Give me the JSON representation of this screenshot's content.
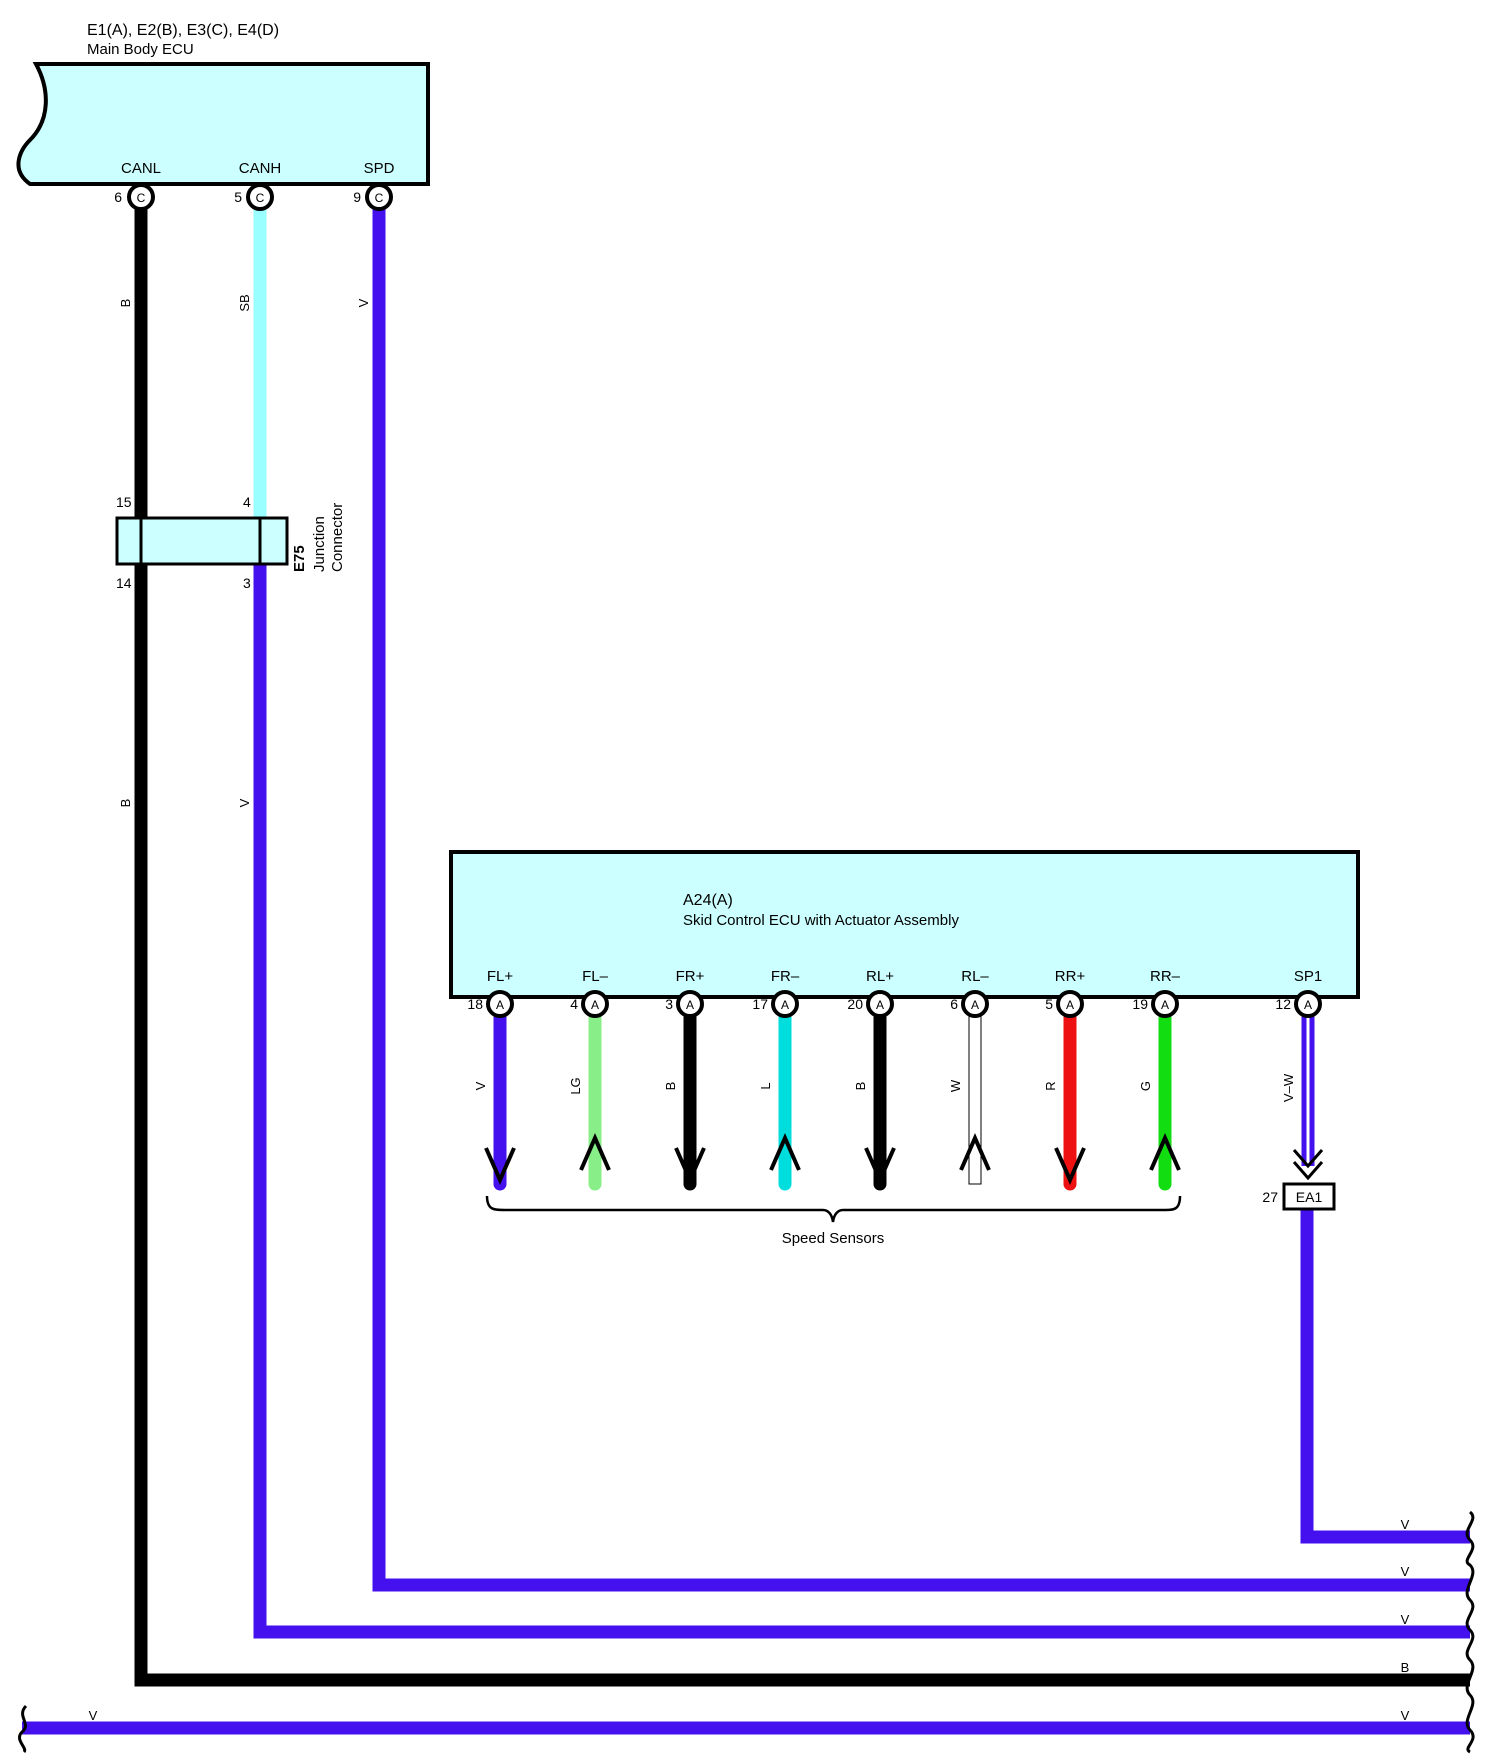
{
  "colors": {
    "ecu_fill": "#ccffff",
    "outline": "#000000",
    "V": "#4411ee",
    "B": "#000000",
    "SB": "#99ffff",
    "LG": "#88ee88",
    "L": "#00dddd",
    "W": "#ffffff",
    "R": "#ee1111",
    "G": "#11dd11"
  },
  "main_ecu": {
    "code": "E1(A), E2(B), E3(C), E4(D)",
    "name": "Main Body ECU",
    "terminals": [
      {
        "name": "CANL",
        "pin": "6",
        "connector": "C",
        "wire_top": "B",
        "wire_bottom": "B"
      },
      {
        "name": "CANH",
        "pin": "5",
        "connector": "C",
        "wire_top": "SB",
        "wire_bottom": "V"
      },
      {
        "name": "SPD",
        "pin": "9",
        "connector": "C",
        "wire_top": "V"
      }
    ]
  },
  "junction": {
    "code": "E75",
    "name_line1": "Junction",
    "name_line2": "Connector",
    "pins_top": [
      "15",
      "4"
    ],
    "pins_bottom": [
      "14",
      "3"
    ]
  },
  "skid_ecu": {
    "code": "A24(A)",
    "name": "Skid Control ECU with Actuator Assembly",
    "terminals": [
      {
        "name": "FL+",
        "pin": "18",
        "connector": "A",
        "wire": "V",
        "dir": "down"
      },
      {
        "name": "FL–",
        "pin": "4",
        "connector": "A",
        "wire": "LG",
        "dir": "up"
      },
      {
        "name": "FR+",
        "pin": "3",
        "connector": "A",
        "wire": "B",
        "dir": "down"
      },
      {
        "name": "FR–",
        "pin": "17",
        "connector": "A",
        "wire": "L",
        "dir": "up"
      },
      {
        "name": "RL+",
        "pin": "20",
        "connector": "A",
        "wire": "B",
        "dir": "down"
      },
      {
        "name": "RL–",
        "pin": "6",
        "connector": "A",
        "wire": "W",
        "dir": "up"
      },
      {
        "name": "RR+",
        "pin": "5",
        "connector": "A",
        "wire": "R",
        "dir": "down"
      },
      {
        "name": "RR–",
        "pin": "19",
        "connector": "A",
        "wire": "G",
        "dir": "up"
      },
      {
        "name": "SP1",
        "pin": "12",
        "connector": "A",
        "wire": "V–W"
      }
    ],
    "group_label": "Speed Sensors"
  },
  "ea1": {
    "code": "EA1",
    "pin": "27"
  },
  "right_wire_labels": [
    "V",
    "V",
    "V",
    "B",
    "V"
  ],
  "bottom_left_label": "V"
}
